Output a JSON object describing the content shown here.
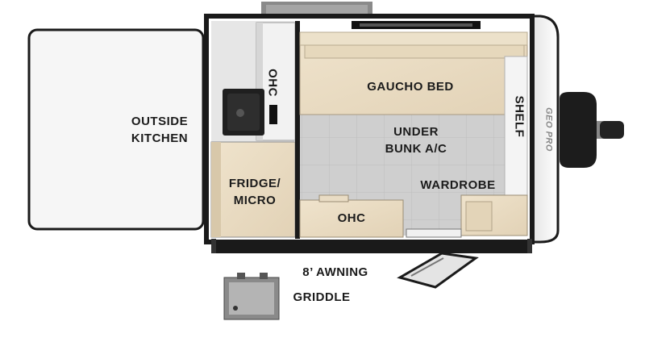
{
  "floorplan": {
    "labels": {
      "outside_kitchen": [
        "OUTSIDE",
        "KITCHEN"
      ],
      "ohc_upper": "OHC",
      "gaucho_bed": "GAUCHO BED",
      "shelf": "SHELF",
      "under_bunk_ac": [
        "UNDER",
        "BUNK A/C"
      ],
      "fridge_micro": [
        "FRIDGE/",
        "MICRO"
      ],
      "wardrobe": "WARDROBE",
      "ohc_lower": "OHC",
      "awning": "8’ AWNING",
      "griddle": "GRIDDLE"
    },
    "brand_logo": "GEO PRO",
    "colors": {
      "wall": "#1a1a1a",
      "wood": "#e9dcc4",
      "floor": "#cfcfcf",
      "hatch": "#f6f6f6"
    }
  }
}
